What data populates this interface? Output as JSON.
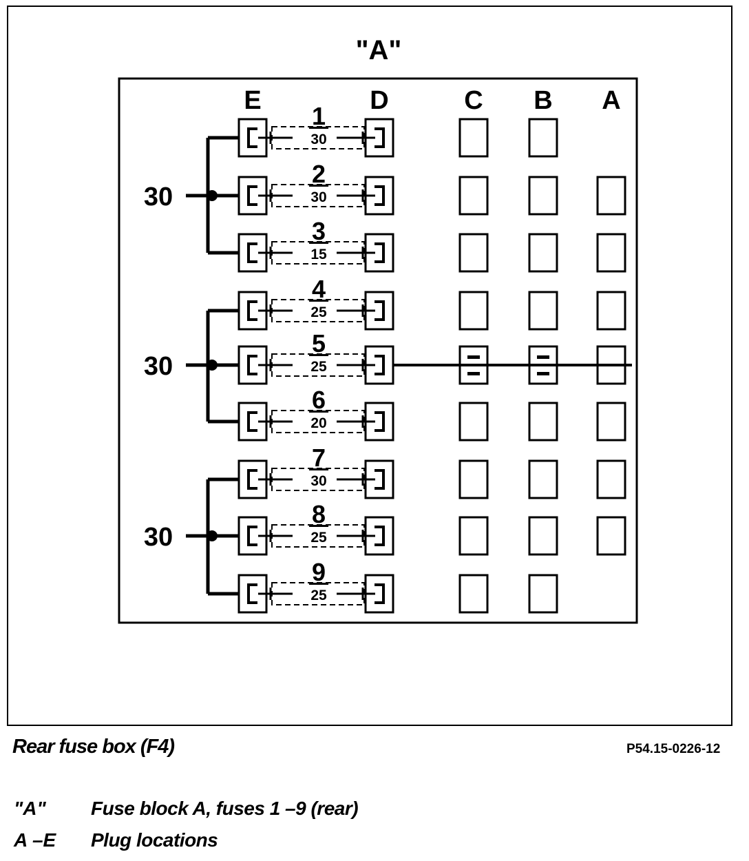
{
  "diagram": {
    "title": "\"A\"",
    "columns": [
      "E",
      "D",
      "C",
      "B",
      "A"
    ],
    "feed_label": "30",
    "fuses": [
      {
        "number": "1",
        "rating": "30"
      },
      {
        "number": "2",
        "rating": "30"
      },
      {
        "number": "3",
        "rating": "15"
      },
      {
        "number": "4",
        "rating": "25"
      },
      {
        "number": "5",
        "rating": "25"
      },
      {
        "number": "6",
        "rating": "20"
      },
      {
        "number": "7",
        "rating": "30"
      },
      {
        "number": "8",
        "rating": "25"
      },
      {
        "number": "9",
        "rating": "25"
      }
    ],
    "feed_groups": [
      {
        "label": "30",
        "rows": [
          1,
          2,
          3
        ]
      },
      {
        "label": "30",
        "rows": [
          4,
          5,
          6
        ]
      },
      {
        "label": "30",
        "rows": [
          7,
          8,
          9
        ]
      }
    ],
    "plug_presence": {
      "C": [
        1,
        2,
        3,
        4,
        5,
        6,
        7,
        8,
        9
      ],
      "B": [
        1,
        2,
        3,
        4,
        5,
        6,
        7,
        8,
        9
      ],
      "A": [
        2,
        3,
        4,
        5,
        6,
        7,
        8
      ]
    },
    "bridged_row": 5
  },
  "caption": "Rear fuse box (F4)",
  "reference": "P54.15-0226-12",
  "legend": [
    {
      "key": "\"A\"",
      "description": "Fuse block A, fuses 1 –9 (rear)"
    },
    {
      "key": "A –E",
      "description": "Plug locations"
    }
  ]
}
